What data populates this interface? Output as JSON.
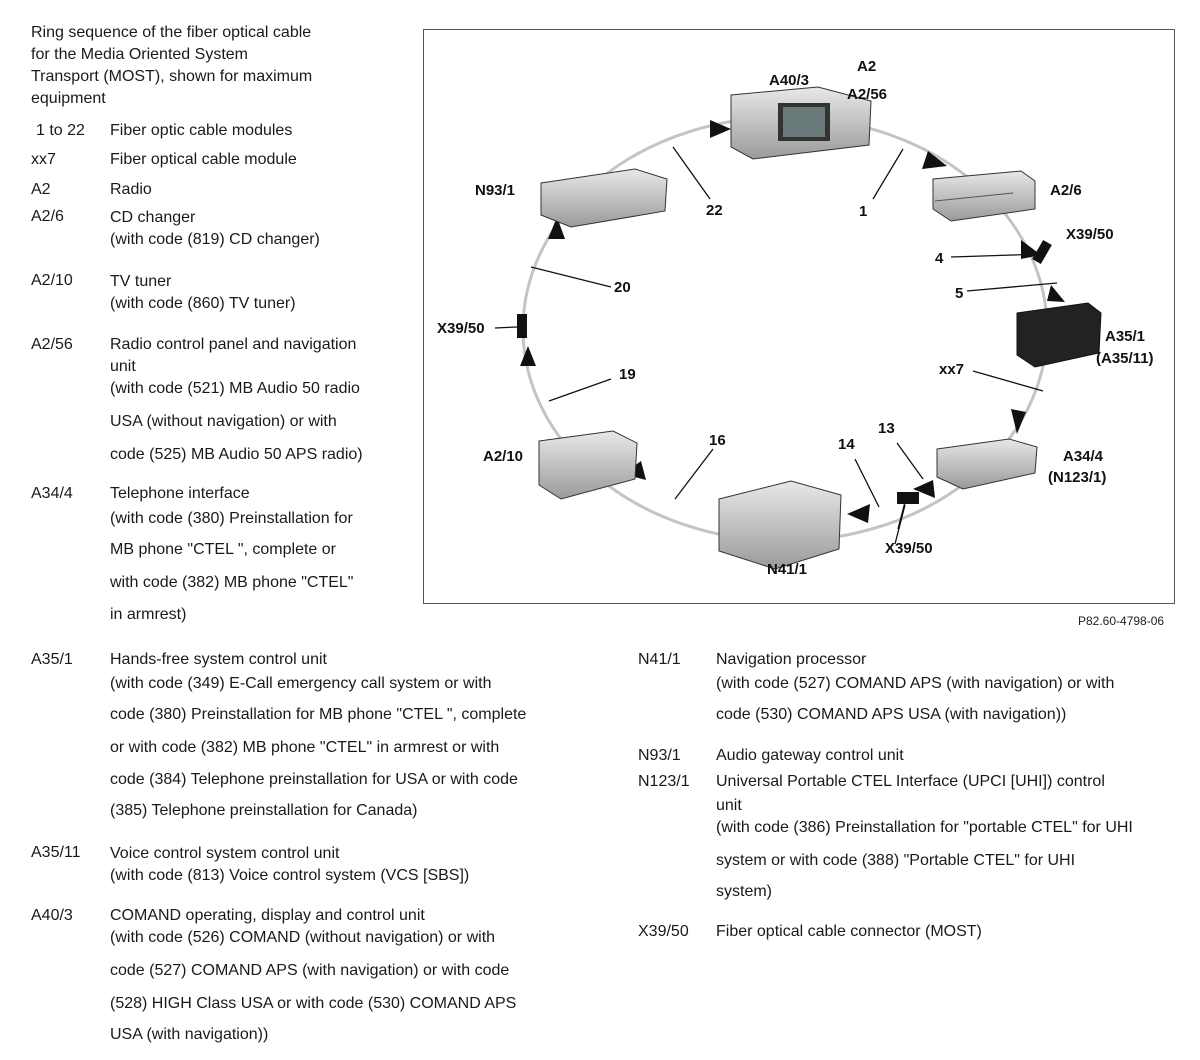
{
  "intro": [
    "Ring sequence of the fiber optical cable",
    "for the Media Oriented System",
    "Transport (MOST), shown for maximum",
    "equipment"
  ],
  "legend_left": [
    {
      "code": "1 to 22",
      "lines": [
        "Fiber optic cable modules"
      ]
    },
    {
      "code": "xx7",
      "lines": [
        "Fiber optical cable module"
      ]
    },
    {
      "code": "A2",
      "lines": [
        "Radio"
      ]
    },
    {
      "code": "A2/6",
      "lines": [
        "CD changer",
        "(with code (819) CD changer)"
      ]
    },
    {
      "code": "A2/10",
      "lines": [
        "TV tuner",
        "(with code (860) TV tuner)"
      ]
    },
    {
      "code": "A2/56",
      "lines": [
        "Radio control panel and navigation",
        "unit",
        "(with code (521) MB Audio 50 radio",
        "USA (without navigation) or with",
        "code (525) MB Audio 50 APS radio)"
      ]
    },
    {
      "code": "A34/4",
      "lines": [
        "Telephone interface",
        "(with code (380) Preinstallation for",
        "MB phone \"CTEL \", complete or",
        "with code (382) MB phone \"CTEL\"",
        "in armrest)"
      ]
    }
  ],
  "legend_bottom_left": [
    {
      "code": "A35/1",
      "lines": [
        "Hands-free system control unit",
        "(with code (349) E-Call emergency call system or with",
        "code (380) Preinstallation for MB phone \"CTEL \", complete",
        "or with code (382) MB phone \"CTEL\" in armrest or with",
        "code (384) Telephone preinstallation for USA or with code",
        "(385) Telephone preinstallation for Canada)"
      ]
    },
    {
      "code": "A35/11",
      "lines": [
        "Voice control system control unit",
        "(with code (813) Voice control system (VCS [SBS])"
      ]
    },
    {
      "code": "A40/3",
      "lines": [
        "COMAND operating, display and control unit",
        "(with code (526) COMAND (without navigation) or with",
        "code (527) COMAND APS (with navigation) or with code",
        "(528) HIGH Class USA or with code (530) COMAND APS",
        "USA (with navigation))"
      ]
    }
  ],
  "legend_bottom_right": [
    {
      "code": "N41/1",
      "lines": [
        "Navigation processor",
        "(with code (527) COMAND APS (with navigation) or with",
        "code (530) COMAND APS USA (with navigation))"
      ]
    },
    {
      "code": "N93/1",
      "lines": [
        "Audio gateway control unit"
      ]
    },
    {
      "code": "N123/1",
      "lines": [
        "Universal Portable CTEL Interface (UPCI [UHI]) control",
        "unit",
        "(with code (386) Preinstallation for \"portable CTEL\" for UHI",
        "system or with code (388) \"Portable CTEL\" for UHI",
        "system)"
      ]
    },
    {
      "code": "X39/50",
      "lines": [
        "Fiber optical cable connector (MOST)"
      ]
    }
  ],
  "diagram": {
    "labels": [
      "A40/3",
      "A2",
      "A2/56",
      "A2/6",
      "X39/50",
      "A35/1",
      "(A35/11)",
      "A34/4",
      "(N123/1)",
      "X39/50",
      "N41/1",
      "A2/10",
      "X39/50",
      "N93/1"
    ],
    "numbers": [
      "1",
      "4",
      "5",
      "xx7",
      "13",
      "14",
      "16",
      "19",
      "20",
      "22"
    ]
  },
  "figure_id": "P82.60-4798-06"
}
